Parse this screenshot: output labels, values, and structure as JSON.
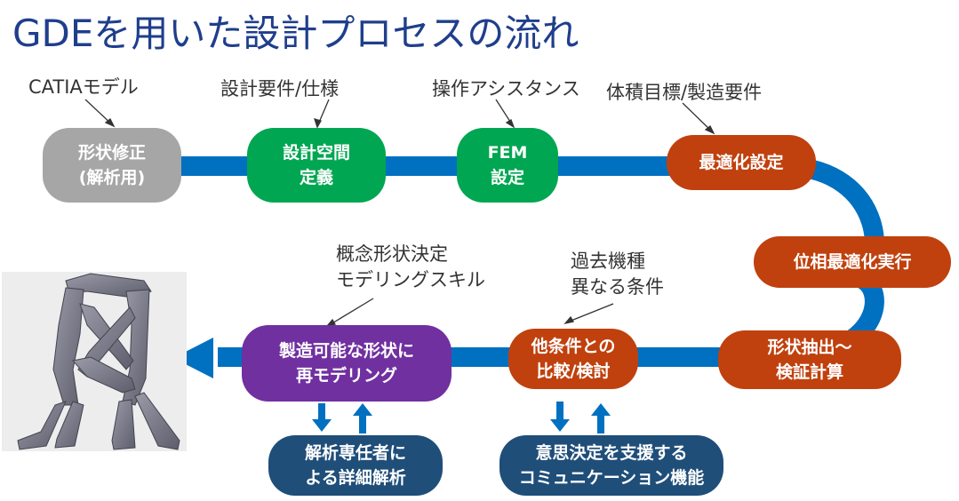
{
  "title": "GDEを用いた設計プロセスの流れ",
  "notes": {
    "catia": "CATIAモデル",
    "req_spec": "設計要件/仕様",
    "op_assist": "操作アシスタンス",
    "volume_target_1": "体積目標/製造要件",
    "concept_1": "概念形状決定",
    "concept_2": "モデリングスキル",
    "past_1": "過去機種",
    "past_2": "異なる条件"
  },
  "steps": {
    "shape_fix": [
      "形状修正",
      "(解析用)"
    ],
    "design_space": [
      "設計空間",
      "定義"
    ],
    "fem": [
      "FEM",
      "設定"
    ],
    "opt_setting": [
      "最適化設定"
    ],
    "topo_run": [
      "位相最適化実行"
    ],
    "extract": [
      "形状抽出～",
      "検証計算"
    ],
    "compare": [
      "他条件との",
      "比較/検討"
    ],
    "remodel": [
      "製造可能な形状に",
      "再モデリング"
    ],
    "expert": [
      "解析専任者に",
      "よる詳細解析"
    ],
    "comm": [
      "意思決定を支援する",
      "コミュニケーション機能"
    ]
  },
  "colors": {
    "title": "#1f3e8c",
    "flow_line": "#0070c0",
    "gray": "#a6a6a6",
    "green": "#00a651",
    "red": "#c0410e",
    "purple": "#7030a0",
    "navy": "#1f4e79"
  }
}
